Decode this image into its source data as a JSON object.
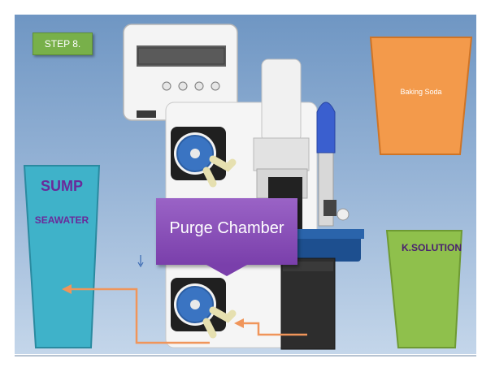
{
  "step": {
    "label": "STEP 8."
  },
  "containers": {
    "sump": {
      "title": "SUMP",
      "subtitle": "SEAWATER",
      "color": "#3fb2c9"
    },
    "baking_soda": {
      "label": "Baking Soda",
      "color": "#f39a4b"
    },
    "k_solution": {
      "label": "K.SOLUTION",
      "color": "#8fc04c"
    }
  },
  "purge": {
    "label": "Purge Chamber",
    "color": "#8349b6"
  },
  "colors": {
    "flow_arrow": "#f0955a",
    "pump_head": "#3a74c2",
    "probe": "#3a5fcf"
  }
}
